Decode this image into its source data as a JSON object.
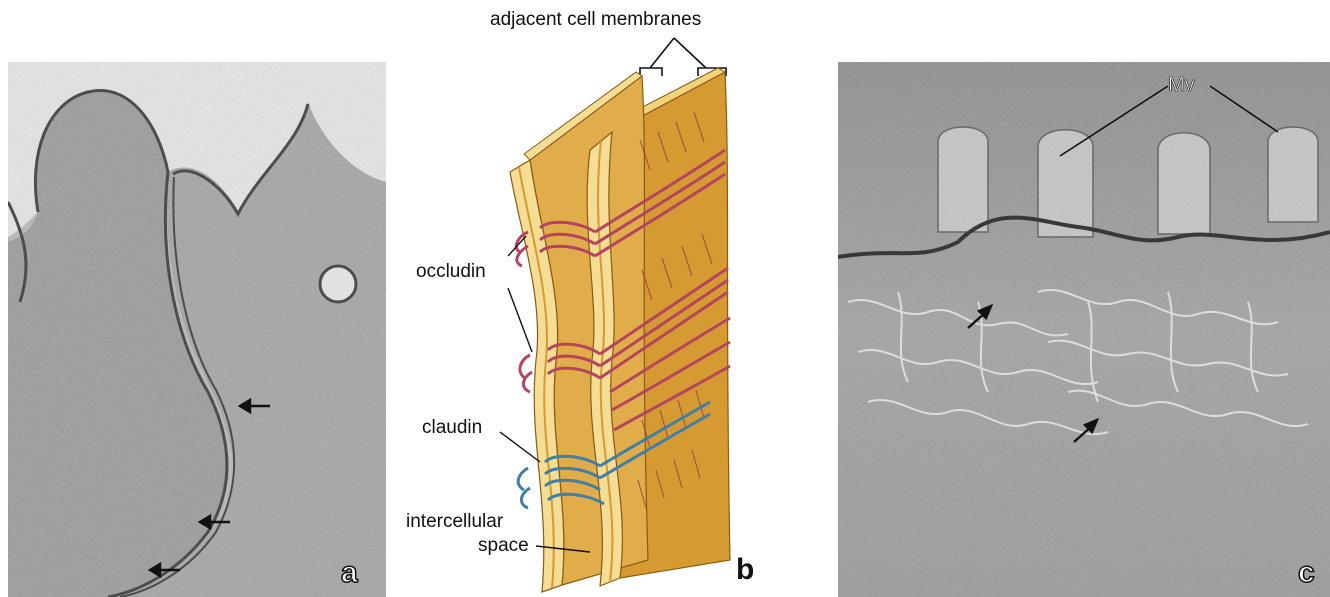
{
  "figure": {
    "panel_a": {
      "letter": "a"
    },
    "panel_b": {
      "letter": "b",
      "labels": {
        "top": "adjacent cell membranes",
        "occludin": "occludin",
        "claudin": "claudin",
        "intercellular_line1": "intercellular",
        "intercellular_line2": "space"
      }
    },
    "panel_c": {
      "letter": "c",
      "label_mv": "Mv"
    }
  },
  "colors": {
    "membrane_gold": "#d9a440",
    "membrane_light": "#f6dd95",
    "occludin": "#b5455f",
    "claudin": "#3f7fa8",
    "micrograph_gray": "#8a8a8a"
  }
}
